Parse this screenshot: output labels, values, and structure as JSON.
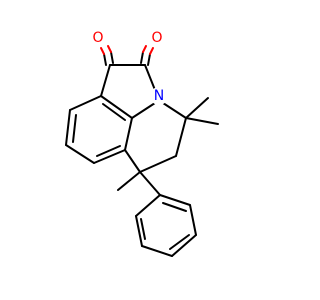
{
  "atoms": {
    "oxygen_1": "O",
    "oxygen_2": "O",
    "nitrogen": "N"
  },
  "colors": {
    "oxygen": "#ff0000",
    "nitrogen": "#0000ff",
    "bond": "#000000",
    "background": "#ffffff"
  }
}
